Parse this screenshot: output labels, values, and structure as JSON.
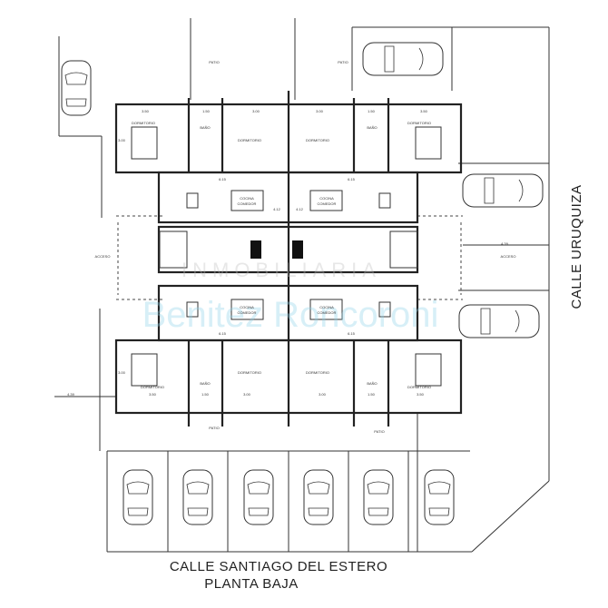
{
  "plan": {
    "street_bottom": "CALLE SANTIAGO DEL ESTERO",
    "plan_title": "PLANTA BAJA",
    "street_right": "CALLE URUQUIZA",
    "watermark_top": "INMOBILIARIA",
    "watermark_bottom": "Benitez Roncoroni",
    "labels": {
      "patio": "PATIO",
      "dormitorio": "DORMITORIO",
      "bano": "BAÑO",
      "cocina": "COCINA",
      "comedor": "COMEDOR",
      "acceso": "ACCESO"
    },
    "dimensions": {
      "room_a": "3.50",
      "bath": "1.50",
      "room_b": "3.00",
      "width": "6.15",
      "depth": "4.12",
      "access": "4.39",
      "room_h": "3.00"
    }
  }
}
